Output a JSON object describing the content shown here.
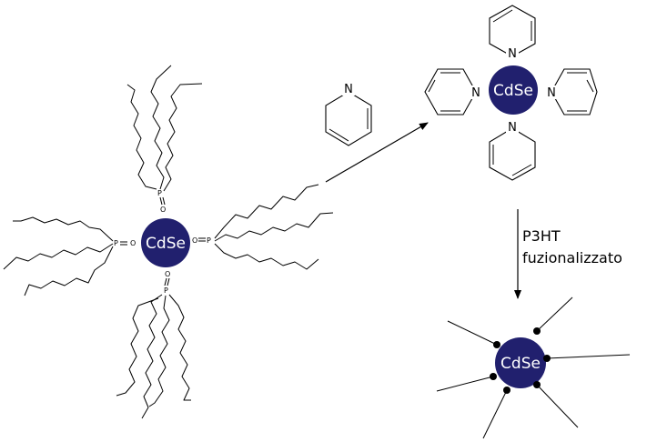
{
  "nanoparticle_label": "CdSe",
  "ligand_atoms": {
    "phosphorus": "P",
    "oxygen": "O"
  },
  "pyridine_atom": "N",
  "step2_label_line1": "P3HT",
  "step2_label_line2": "fuzionalizzato",
  "colors": {
    "nanoparticle": "#21206e",
    "text_on_particle": "#ffffff",
    "ink": "#000000"
  }
}
